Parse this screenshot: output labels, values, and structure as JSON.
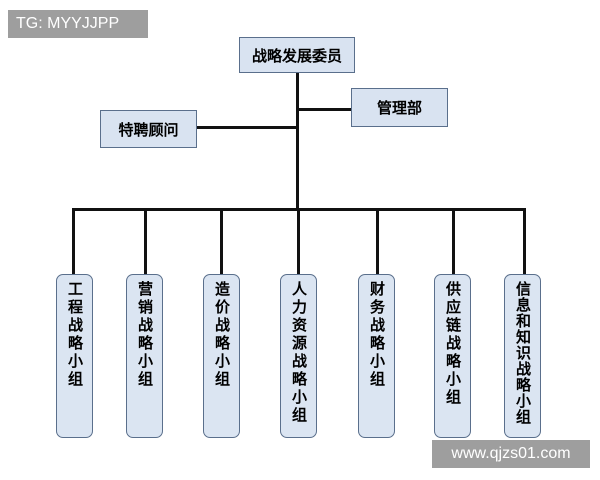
{
  "tag": "TG: MYYJJPP",
  "watermark": "www.qjzs01.com",
  "top": "战略发展委员",
  "right": "管理部",
  "left": "特聘顾问",
  "groups": [
    "工程战略小组",
    "营销战略小组",
    "造价战略小组",
    "人力资源战略小组",
    "财务战略小组",
    "供应链战略小组",
    "信息和知识战略小组"
  ]
}
